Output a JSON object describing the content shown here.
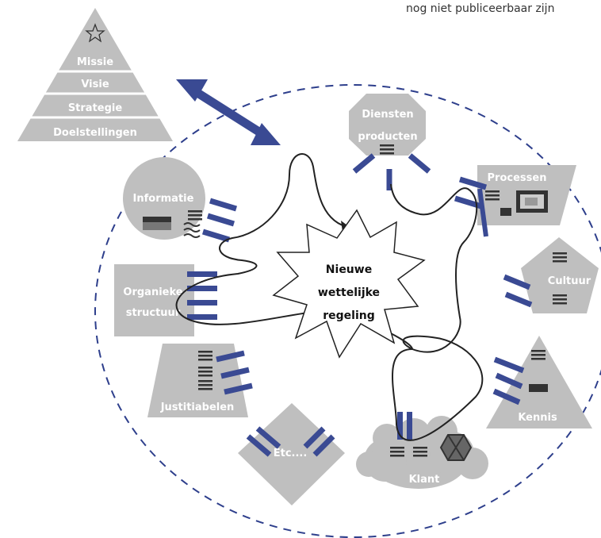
{
  "caption": "nog niet publiceerbaar zijn",
  "pyramid": [
    "Missie",
    "Visie",
    "Strategie",
    "Doelstellingen"
  ],
  "center": [
    "Nieuwe",
    "wettelijke",
    "regeling"
  ],
  "elements": {
    "diensten": [
      "Diensten",
      "producten"
    ],
    "processen": "Processen",
    "informatie": "Informatie",
    "organieke": [
      "Organieke",
      "structuur"
    ],
    "cultuur": "Cultuur",
    "justitiabelen": "Justitiabelen",
    "kennis": "Kennis",
    "klant": "Klant",
    "etc": "Etc...."
  },
  "colors": {
    "shape": "#bfbfbf",
    "accent": "#3a4a93",
    "dash": "#2e3f8c",
    "icon": "#333333"
  }
}
